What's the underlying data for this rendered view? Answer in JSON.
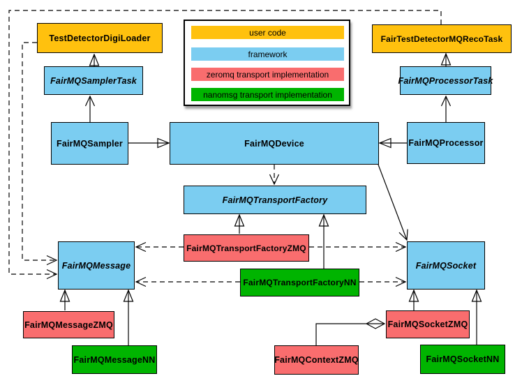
{
  "legend": {
    "items": [
      {
        "label": "user code",
        "color": "#FFC10E"
      },
      {
        "label": "framework",
        "color": "#7BCDF1"
      },
      {
        "label": "zeromq transport implementation",
        "color": "#F96D6E"
      },
      {
        "label": "nanomsg transport implementation",
        "color": "#00B400"
      }
    ]
  },
  "nodes": {
    "test_detector_digi_loader": {
      "label": "TestDetectorDigiLoader",
      "category": "user code",
      "abstract": false
    },
    "fair_test_detector_mq_reco_task": {
      "label": "FairTestDetectorMQRecoTask",
      "category": "user code",
      "abstract": false
    },
    "fairmq_sampler_task": {
      "label": "FairMQSamplerTask",
      "category": "framework",
      "abstract": true
    },
    "fairmq_processor_task": {
      "label": "FairMQProcessorTask",
      "category": "framework",
      "abstract": true
    },
    "fairmq_sampler": {
      "label": "FairMQSampler",
      "category": "framework",
      "abstract": false
    },
    "fairmq_device": {
      "label": "FairMQDevice",
      "category": "framework",
      "abstract": false
    },
    "fairmq_processor": {
      "label": "FairMQProcessor",
      "category": "framework",
      "abstract": false
    },
    "fairmq_transport_factory": {
      "label": "FairMQTransportFactory",
      "category": "framework",
      "abstract": true
    },
    "fairmq_transport_factory_zmq": {
      "label": "FairMQTransportFactoryZMQ",
      "category": "zeromq",
      "abstract": false
    },
    "fairmq_transport_factory_nn": {
      "label": "FairMQTransportFactoryNN",
      "category": "nanomsg",
      "abstract": false
    },
    "fairmq_message": {
      "label": "FairMQMessage",
      "category": "framework",
      "abstract": true
    },
    "fairmq_socket": {
      "label": "FairMQSocket",
      "category": "framework",
      "abstract": true
    },
    "fairmq_message_zmq": {
      "label": "FairMQMessageZMQ",
      "category": "zeromq",
      "abstract": false
    },
    "fairmq_message_nn": {
      "label": "FairMQMessageNN",
      "category": "nanomsg",
      "abstract": false
    },
    "fairmq_context_zmq": {
      "label": "FairMQContextZMQ",
      "category": "zeromq",
      "abstract": false
    },
    "fairmq_socket_zmq": {
      "label": "FairMQSocketZMQ",
      "category": "zeromq",
      "abstract": false
    },
    "fairmq_socket_nn": {
      "label": "FairMQSocketNN",
      "category": "nanomsg",
      "abstract": false
    }
  },
  "edges": [
    {
      "from": "FairMQSamplerTask",
      "to": "TestDetectorDigiLoader",
      "type": "inheritance"
    },
    {
      "from": "FairMQProcessorTask",
      "to": "FairTestDetectorMQRecoTask",
      "type": "inheritance"
    },
    {
      "from": "FairMQSampler",
      "to": "FairMQSamplerTask",
      "type": "association"
    },
    {
      "from": "FairMQProcessor",
      "to": "FairMQProcessorTask",
      "type": "association"
    },
    {
      "from": "FairMQSampler",
      "to": "FairMQDevice",
      "type": "inheritance"
    },
    {
      "from": "FairMQProcessor",
      "to": "FairMQDevice",
      "type": "inheritance"
    },
    {
      "from": "FairMQDevice",
      "to": "FairMQTransportFactory",
      "type": "dependency"
    },
    {
      "from": "FairMQDevice",
      "to": "FairMQSocket",
      "type": "association"
    },
    {
      "from": "FairMQTransportFactoryZMQ",
      "to": "FairMQTransportFactory",
      "type": "inheritance"
    },
    {
      "from": "FairMQTransportFactoryNN",
      "to": "FairMQTransportFactory",
      "type": "inheritance"
    },
    {
      "from": "FairMQTransportFactoryZMQ",
      "to": "FairMQMessage",
      "type": "dependency"
    },
    {
      "from": "FairMQTransportFactoryNN",
      "to": "FairMQMessage",
      "type": "dependency"
    },
    {
      "from": "FairMQTransportFactoryZMQ",
      "to": "FairMQSocket",
      "type": "dependency"
    },
    {
      "from": "FairMQTransportFactoryNN",
      "to": "FairMQSocket",
      "type": "dependency"
    },
    {
      "from": "TestDetectorDigiLoader",
      "to": "FairMQMessage",
      "type": "dependency"
    },
    {
      "from": "FairTestDetectorMQRecoTask",
      "to": "FairMQMessage",
      "type": "dependency"
    },
    {
      "from": "FairMQMessageZMQ",
      "to": "FairMQMessage",
      "type": "inheritance"
    },
    {
      "from": "FairMQMessageNN",
      "to": "FairMQMessage",
      "type": "inheritance"
    },
    {
      "from": "FairMQSocketZMQ",
      "to": "FairMQSocket",
      "type": "inheritance"
    },
    {
      "from": "FairMQSocketNN",
      "to": "FairMQSocket",
      "type": "inheritance"
    },
    {
      "from": "FairMQContextZMQ",
      "to": "FairMQSocketZMQ",
      "type": "composition"
    }
  ]
}
